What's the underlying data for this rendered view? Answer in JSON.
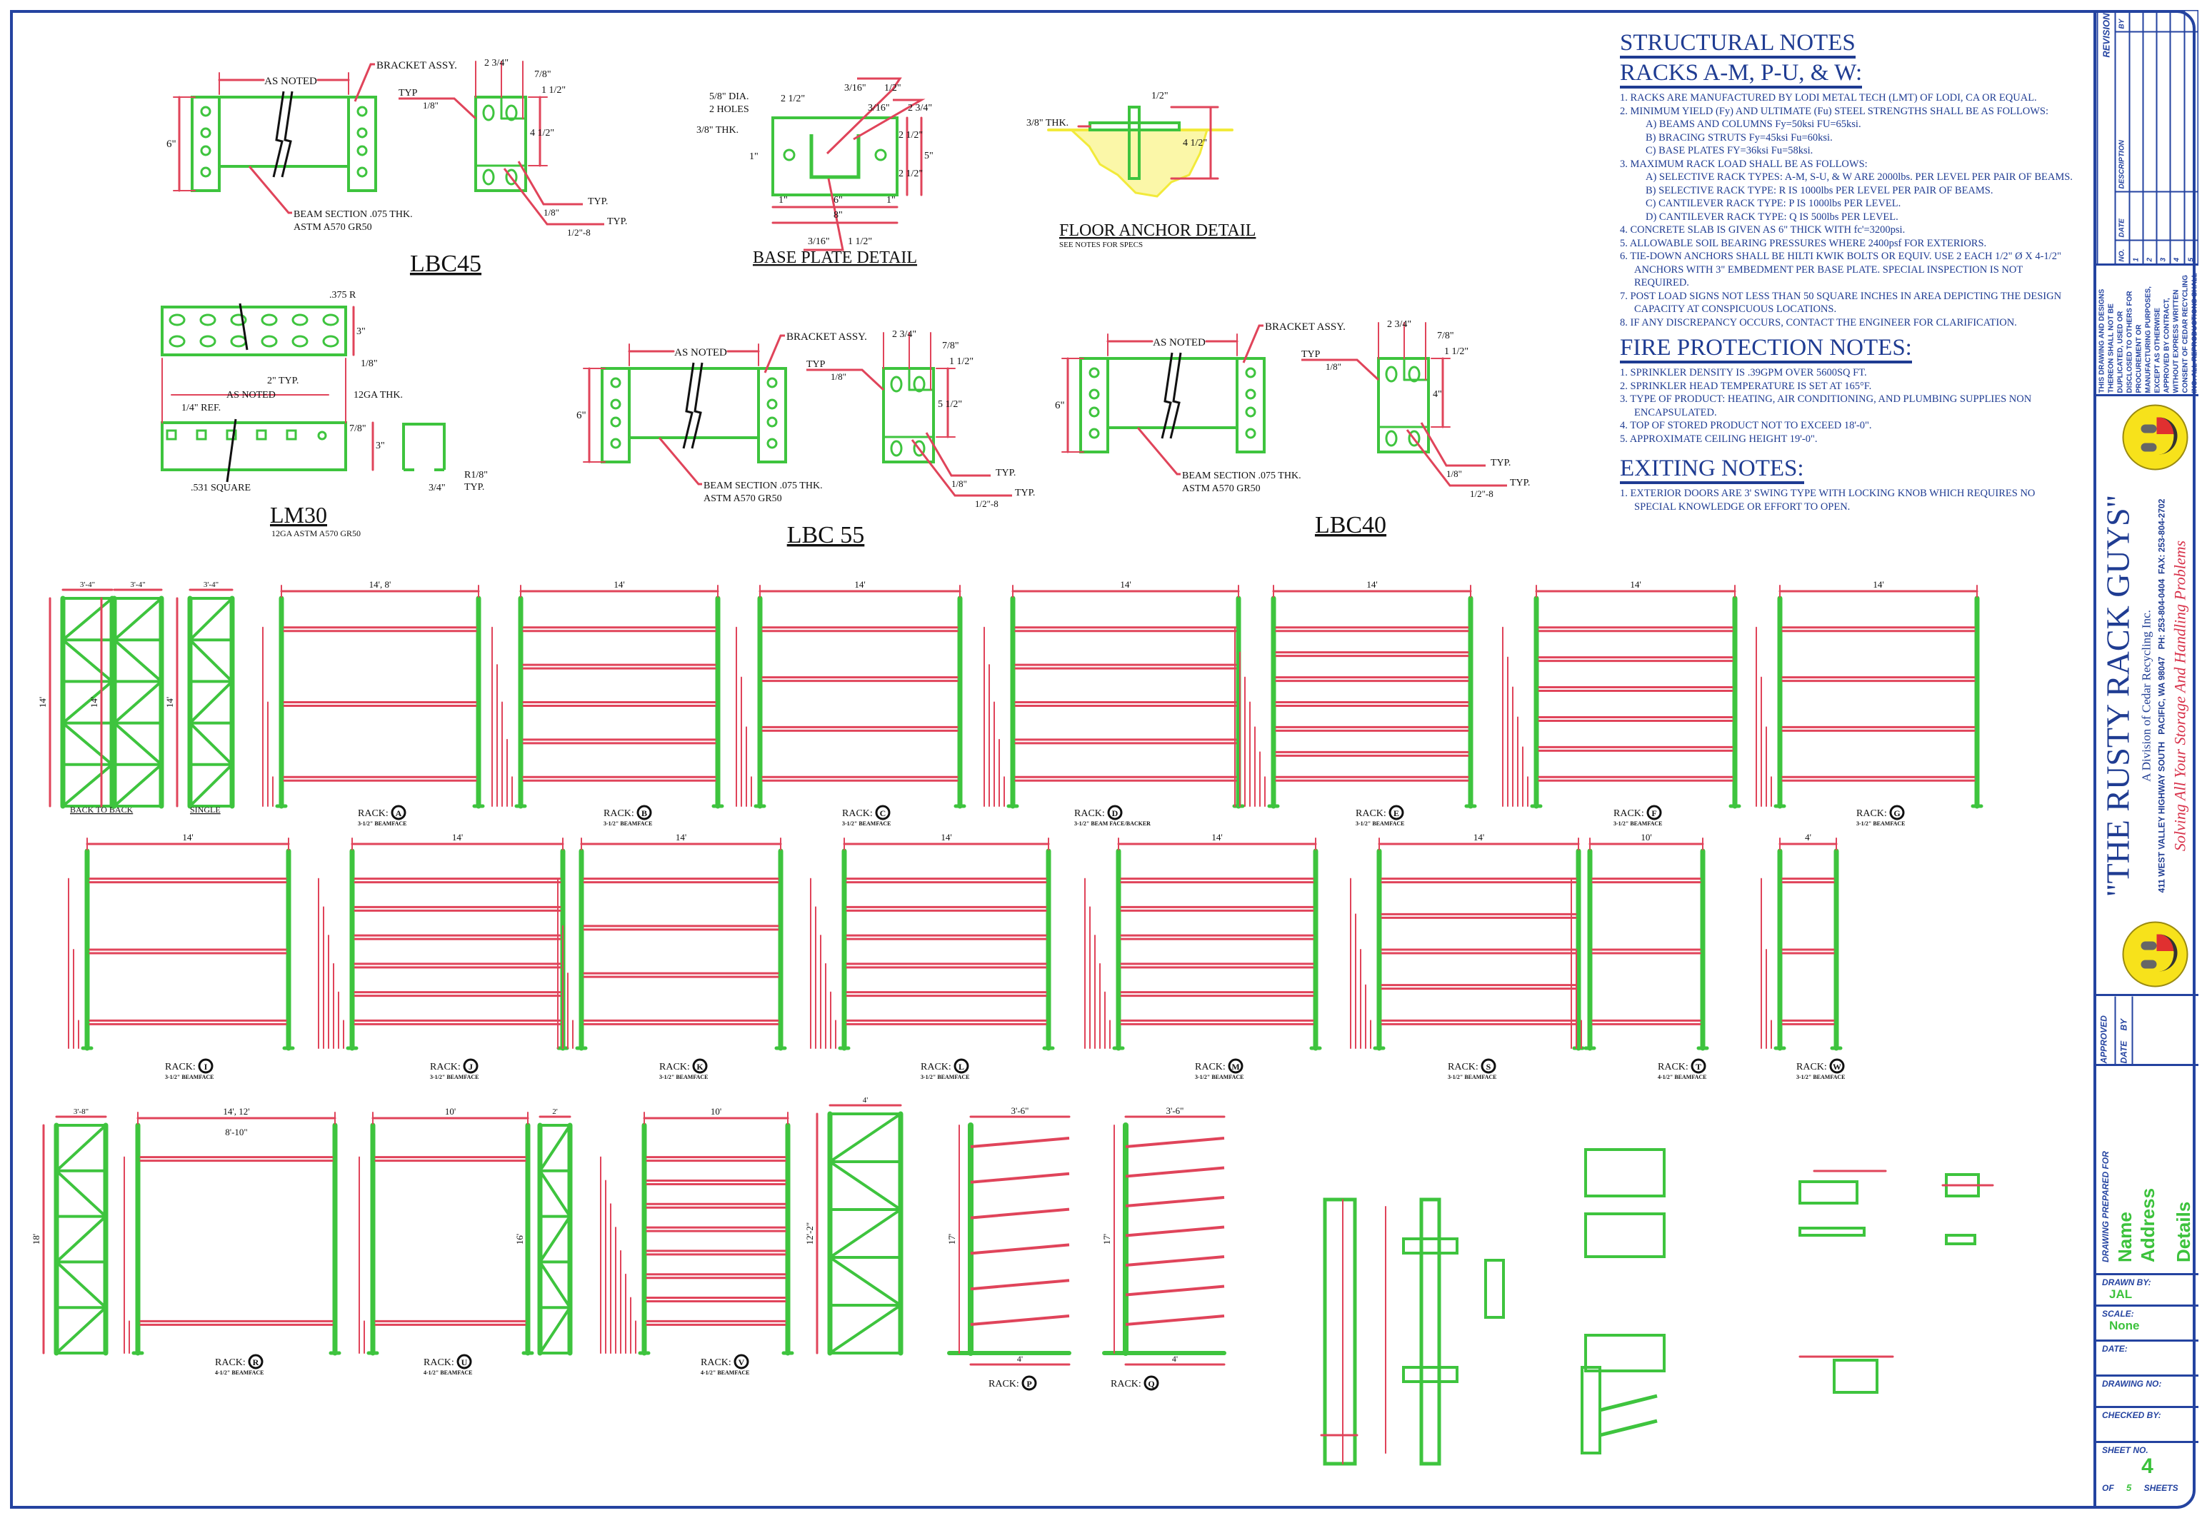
{
  "details": {
    "lbc45": {
      "title": "LBC45",
      "as_noted": "AS NOTED",
      "bracket": "BRACKET ASSY.",
      "height": "6\"",
      "beam_note_1": "BEAM SECTION .075 THK.",
      "beam_note_2": "ASTM A570 GR50",
      "d1": "2 3/4\"",
      "d2": "7/8\"",
      "d3": "1 1/2\"",
      "d4": "4 1/2\"",
      "typ1": "TYP",
      "w1": "1/8\"",
      "typ2": "TYP.",
      "w2": "1/8\"",
      "typ3": "TYP.",
      "w3": "1/2\"-8"
    },
    "lbc55": {
      "title": "LBC 55",
      "as_noted": "AS NOTED",
      "bracket": "BRACKET ASSY.",
      "height": "6\"",
      "beam_note_1": "BEAM SECTION .075 THK.",
      "beam_note_2": "ASTM A570 GR50",
      "d1": "2 3/4\"",
      "d2": "7/8\"",
      "d3": "1 1/2\"",
      "d4": "5 1/2\"",
      "typ1": "TYP",
      "w1": "1/8\"",
      "typ2": "TYP.",
      "w2": "1/8\"",
      "typ3": "TYP.",
      "w3": "1/2\"-8"
    },
    "lbc40": {
      "title": "LBC40",
      "as_noted": "AS NOTED",
      "bracket": "BRACKET ASSY.",
      "height": "6\"",
      "beam_note_1": "BEAM SECTION .075 THK.",
      "beam_note_2": "ASTM A570 GR50",
      "d1": "2 3/4\"",
      "d2": "7/8\"",
      "d3": "1 1/2\"",
      "d4": "4\"",
      "typ1": "TYP",
      "w1": "1/8\"",
      "typ2": "TYP.",
      "w2": "1/8\"",
      "typ3": "TYP.",
      "w3": "1/2\"-8"
    },
    "base_plate": {
      "title": "BASE PLATE DETAIL",
      "labels": [
        "5/8\" DIA.",
        "2 HOLES",
        "3/8\" THK.",
        "1\"",
        "2 1/2\"",
        "3/16\"",
        "1/2\"",
        "3/16\"",
        "2 3/4\"",
        "2 1/2\"",
        "5\"",
        "2 1/2\"",
        "1\"",
        "6\"",
        "1\"",
        "8\"",
        "3/16\"",
        "1 1/2\""
      ]
    },
    "floor_anchor": {
      "title": "FLOOR ANCHOR DETAIL",
      "subtitle": "SEE NOTES FOR SPECS",
      "thk": "3/8\" THK.",
      "d1": "1/2\"",
      "d2": "4 1/2\""
    },
    "lm30": {
      "title": "LM30",
      "subtitle": "12GA ASTM A570 GR50",
      "labels": [
        ".375 R",
        "3\"",
        "1/8\"",
        "2\" TYP.",
        "AS NOTED",
        "1/4\" REF.",
        "12GA THK.",
        "7/8\"",
        "3\"",
        ".531 SQUARE",
        "3/4\"",
        "R1/8\"",
        "TYP."
      ]
    }
  },
  "notes": {
    "structural_title": "STRUCTURAL NOTES",
    "structural_subtitle": "RACKS A-M, P-U, & W:",
    "structural": [
      {
        "text": "1. RACKS ARE MANUFACTURED BY LODI METAL TECH (LMT) OF LODI, CA OR EQUAL.",
        "sub": []
      },
      {
        "text": "2. MINIMUM YIELD (Fy) AND ULTIMATE (Fu) STEEL STRENGTHS SHALL BE AS FOLLOWS:",
        "sub": [
          "A) BEAMS AND COLUMNS Fy=50ksi FU=65ksi.",
          "B) BRACING STRUTS Fy=45ksi Fu=60ksi.",
          "C) BASE PLATES FY=36ksi Fu=58ksi."
        ]
      },
      {
        "text": "3. MAXIMUM RACK LOAD SHALL BE AS FOLLOWS:",
        "sub": [
          "A) SELECTIVE RACK TYPES: A-M, S-U, & W ARE 2000lbs. PER LEVEL PER PAIR OF BEAMS.",
          "B) SELECTIVE RACK TYPE: R IS 1000lbs PER LEVEL PER PAIR OF BEAMS.",
          "C) CANTILEVER RACK TYPE: P IS 1000lbs PER LEVEL.",
          "D) CANTILEVER RACK TYPE: Q IS 500lbs PER LEVEL."
        ]
      },
      {
        "text": "4. CONCRETE SLAB IS GIVEN AS 6\" THICK WITH fc'=3200psi.",
        "sub": []
      },
      {
        "text": "5. ALLOWABLE SOIL BEARING PRESSURES WHERE 2400psf FOR EXTERIORS.",
        "sub": []
      },
      {
        "text": "6. TIE-DOWN ANCHORS SHALL BE HILTI KWIK BOLTS OR EQUIV. USE 2 EACH 1/2\" Ø X 4-1/2\" ANCHORS WITH 3\" EMBEDMENT PER BASE PLATE. SPECIAL INSPECTION IS NOT REQUIRED.",
        "sub": []
      },
      {
        "text": "7. POST LOAD SIGNS NOT LESS THAN 50 SQUARE INCHES IN AREA DEPICTING THE DESIGN CAPACITY AT CONSPICUOUS LOCATIONS.",
        "sub": []
      },
      {
        "text": "8. IF ANY DISCREPANCY OCCURS, CONTACT THE ENGINEER FOR CLARIFICATION.",
        "sub": []
      }
    ],
    "fire_title": "FIRE PROTECTION NOTES:",
    "fire": [
      "1. SPRINKLER DENSITY IS .39GPM OVER 5600SQ FT.",
      "2. SPRINKLER HEAD TEMPERATURE IS SET AT 165°F.",
      "3. TYPE OF PRODUCT: HEATING, AIR CONDITIONING, AND PLUMBING SUPPLIES NON ENCAPSULATED.",
      "4. TOP OF STORED PRODUCT NOT TO EXCEED 18'-0\".",
      "5. APPROXIMATE CEILING HEIGHT 19'-0\"."
    ],
    "exiting_title": "EXITING NOTES:",
    "exiting": [
      "1. EXTERIOR DOORS ARE 3' SWING TYPE WITH LOCKING KNOB WHICH REQUIRES NO SPECIAL KNOWLEDGE OR EFFORT TO OPEN."
    ]
  },
  "racks": {
    "label_prefix": "RACK:",
    "frames": [
      {
        "name": "BACK TO BACK",
        "width": "3'-4\"",
        "width2": "3'-4\"",
        "height": "14'"
      },
      {
        "name": "SINGLE",
        "width": "3'-4\"",
        "height": "14'"
      },
      {
        "name": "",
        "width": "3'-8\"",
        "height": "18'"
      },
      {
        "name": "",
        "width": "2'",
        "height": "16'"
      },
      {
        "name": "",
        "width": "4'",
        "height": "12'-2\""
      }
    ],
    "selective": [
      {
        "label": "A",
        "beamface": "3-1/2\" BEAMFACE",
        "width": "14', 8'",
        "levels": 3
      },
      {
        "label": "B",
        "beamface": "3-1/2\" BEAMFACE",
        "width": "14'",
        "levels": 5
      },
      {
        "label": "C",
        "beamface": "3-1/2\" BEAMFACE",
        "width": "14'",
        "levels": 4
      },
      {
        "label": "D",
        "beamface": "3-1/2\" BEAM FACE/BACKER",
        "width": "14'",
        "levels": 5
      },
      {
        "label": "E",
        "beamface": "3-1/2\" BEAMFACE",
        "width": "14'",
        "levels": 7
      },
      {
        "label": "F",
        "beamface": "3-1/2\" BEAMFACE",
        "width": "14'",
        "levels": 6
      },
      {
        "label": "G",
        "beamface": "3-1/2\" BEAMFACE",
        "width": "14'",
        "levels": 4
      },
      {
        "label": "I",
        "beamface": "3-1/2\" BEAMFACE",
        "width": "14'",
        "levels": 3
      },
      {
        "label": "J",
        "beamface": "3-1/2\" BEAMFACE",
        "width": "14'",
        "levels": 6
      },
      {
        "label": "K",
        "beamface": "3-1/2\" BEAMFACE",
        "width": "14'",
        "levels": 4
      },
      {
        "label": "L",
        "beamface": "3-1/2\" BEAMFACE",
        "width": "14'",
        "levels": 6
      },
      {
        "label": "M",
        "beamface": "3-1/2\" BEAMFACE",
        "width": "14'",
        "levels": 6
      },
      {
        "label": "S",
        "beamface": "3-1/2\" BEAMFACE",
        "width": "14'",
        "levels": 5
      },
      {
        "label": "T",
        "beamface": "4-1/2\" BEAMFACE",
        "width": "10'",
        "levels": 3
      },
      {
        "label": "W",
        "beamface": "3-1/2\" BEAMFACE",
        "width": "4'",
        "levels": 3
      },
      {
        "label": "R",
        "beamface": "4-1/2\" BEAMFACE",
        "width": "14', 12'",
        "levels": 2
      },
      {
        "label": "U",
        "beamface": "4-1/2\" BEAMFACE",
        "width": "10'",
        "levels": 2
      },
      {
        "label": "V",
        "beamface": "4-1/2\" BEAMFACE",
        "width": "10'",
        "levels": 8
      }
    ],
    "cantilever": [
      {
        "label": "P",
        "arm": "3'-6\"",
        "base": "4'",
        "height": "17'",
        "arms": 6
      },
      {
        "label": "Q",
        "arm": "3'-6\"",
        "base": "4'",
        "height": "17'",
        "arms": 7
      }
    ],
    "rack_r_subwidth": "8'-10\""
  },
  "title_block": {
    "revision": {
      "title": "REVISION",
      "cols": [
        "NO.",
        "DATE",
        "DESCRIPTION",
        "BY"
      ],
      "rows": [
        "1",
        "2",
        "3",
        "4",
        "5"
      ]
    },
    "disclaimer": "THIS DRAWING AND DESIGNS THEREON SHALL NOT BE DUPLICATED, USED OR DISCLOSED TO OTHERS FOR PROCUREMENT OR MANUFACTURING PURPOSES, EXCEPT AS OTHERWISE APPROVED BY CONTRACT, WITHOUT EXPRESS WRITTEN CONSENT OF CEDAR RECYCLING INC. ALL REPRODUCTIONS SHALL BEAR THIS NOTICE.",
    "company": "\"THE RUSTY RACK GUYS\"",
    "division": "A Division of Cedar Recycling Inc.",
    "address": "411 WEST VALLEY HIGHWAY SOUTH   PACIFIC, WA 98047   PH: 253-804-0404  FAX: 253-804-2702",
    "tagline": "Solving All Your Storage And Handling Problems",
    "approved_label": "APPROVED",
    "approved_date": "DATE",
    "approved_by": "BY",
    "prepared_for_label": "DRAWING PREPARED FOR",
    "prepared_name": "Name",
    "prepared_address": "Address",
    "prepared_details": "Details",
    "drawn_by_label": "DRAWN BY:",
    "drawn_by": "JAL",
    "scale_label": "SCALE:",
    "scale": "None",
    "date_label": "DATE:",
    "drawing_no_label": "DRAWING NO:",
    "checked_by_label": "CHECKED BY:",
    "sheet_no_label": "SHEET NO.",
    "sheet_no": "4",
    "of_label": "OF",
    "sheet_total": "5",
    "sheets_label": "SHEETS"
  },
  "colors": {
    "steel": "#3ec43e",
    "dimension": "#e0445a",
    "border": "#2443a0",
    "concrete": "#f2ea3a"
  }
}
